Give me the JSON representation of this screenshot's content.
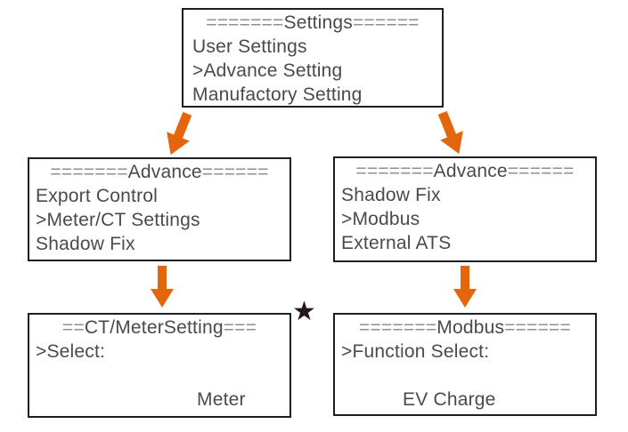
{
  "colors": {
    "arrow_orange": "#E4660C",
    "box_border": "#1f1f1f",
    "text": "#4a4a4a",
    "equals_gray": "#8f8f8f",
    "star_black": "#231815"
  },
  "star_glyph": "★",
  "screens": {
    "settings": {
      "eq_left": "=======",
      "title": "Settings",
      "eq_right": "======",
      "lines": [
        "User Settings",
        ">Advance Setting",
        "Manufactory Setting"
      ]
    },
    "advance_left": {
      "eq_left": "=======",
      "title": "Advance",
      "eq_right": "======",
      "lines": [
        "Export Control",
        ">Meter/CT Settings",
        "Shadow Fix"
      ]
    },
    "advance_right": {
      "eq_left": "=======",
      "title": "Advance",
      "eq_right": "======",
      "lines": [
        "Shadow Fix",
        ">Modbus",
        "External ATS"
      ]
    },
    "ct_meter": {
      "eq_left": "==",
      "title": "CT/MeterSetting",
      "eq_right": "===",
      "lines": [
        ">Select:"
      ],
      "value": "Meter"
    },
    "modbus": {
      "eq_left": "=======",
      "title": "Modbus",
      "eq_right": "======",
      "lines": [
        ">Function Select:"
      ],
      "value": "EV Charge"
    }
  }
}
